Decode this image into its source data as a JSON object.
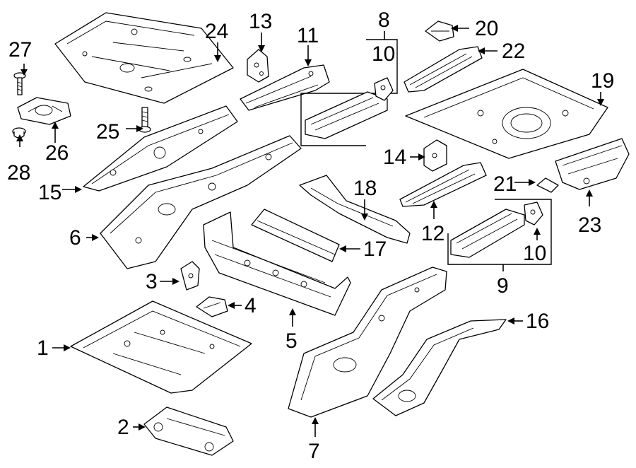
{
  "callouts": {
    "c1": "1",
    "c2": "2",
    "c3": "3",
    "c4": "4",
    "c5": "5",
    "c6": "6",
    "c7": "7",
    "c8": "8",
    "c9": "9",
    "c10a": "10",
    "c10b": "10",
    "c11": "11",
    "c12": "12",
    "c13": "13",
    "c14": "14",
    "c15": "15",
    "c16": "16",
    "c17": "17",
    "c18": "18",
    "c19": "19",
    "c20": "20",
    "c21": "21",
    "c22": "22",
    "c23": "23",
    "c24": "24",
    "c25": "25",
    "c26": "26",
    "c27": "27",
    "c28": "28"
  }
}
